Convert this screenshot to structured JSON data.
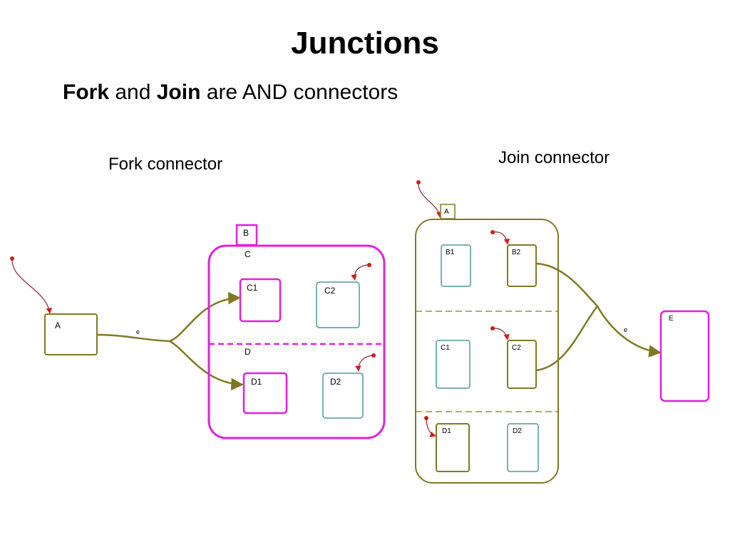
{
  "slide": {
    "title": "Junctions",
    "subtitle": {
      "fork": "Fork",
      "and": " and ",
      "join": "Join",
      "rest": " are AND connectors"
    }
  },
  "fork_diagram": {
    "caption": "Fork connector",
    "state_a": "A",
    "outer": "B",
    "region_c": "C",
    "region_d": "D",
    "state_c1": "C1",
    "state_c2": "C2",
    "state_d1": "D1",
    "state_d2": "D2",
    "event": "e"
  },
  "join_diagram": {
    "caption": "Join connector",
    "outer": "A",
    "state_b1": "B1",
    "state_b2": "B2",
    "state_c1": "C1",
    "state_c2": "C2",
    "state_d1": "D1",
    "state_d2": "D2",
    "state_e": "E",
    "event": "e"
  },
  "colors": {
    "olive": "#7f7a22",
    "magenta": "#e020e0",
    "teal": "#4f9a94",
    "red": "#d81a1a"
  }
}
